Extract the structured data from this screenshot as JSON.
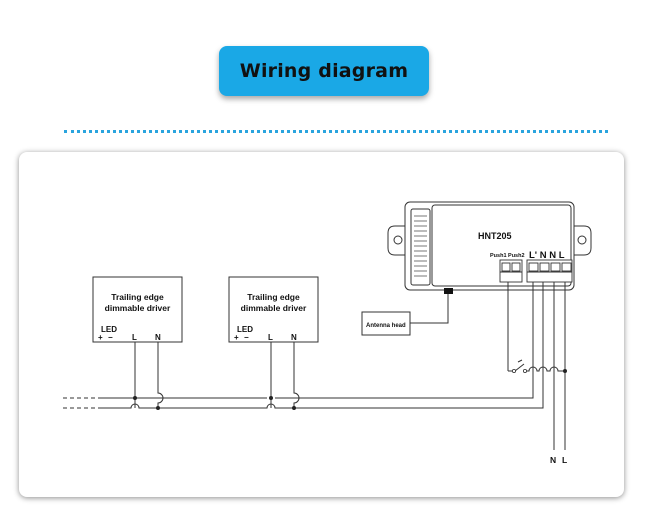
{
  "header": {
    "title": "Wiring diagram"
  },
  "controller": {
    "model": "HNT205",
    "push_labels": "Push1 Push2",
    "terminal_labels": "L' N N L"
  },
  "antenna": {
    "label": "Antenna head"
  },
  "drivers": [
    {
      "title_line1": "Trailing edge",
      "title_line2": "dimmable driver",
      "led": "LED",
      "plus": "+",
      "minus": "−",
      "l": "L",
      "n": "N"
    },
    {
      "title_line1": "Trailing edge",
      "title_line2": "dimmable driver",
      "led": "LED",
      "plus": "+",
      "minus": "−",
      "l": "L",
      "n": "N"
    }
  ],
  "mains": {
    "n": "N",
    "l": "L"
  },
  "colors": {
    "badge": "#1aa8e6",
    "rule": "#2aa4de",
    "wire": "#333333"
  }
}
